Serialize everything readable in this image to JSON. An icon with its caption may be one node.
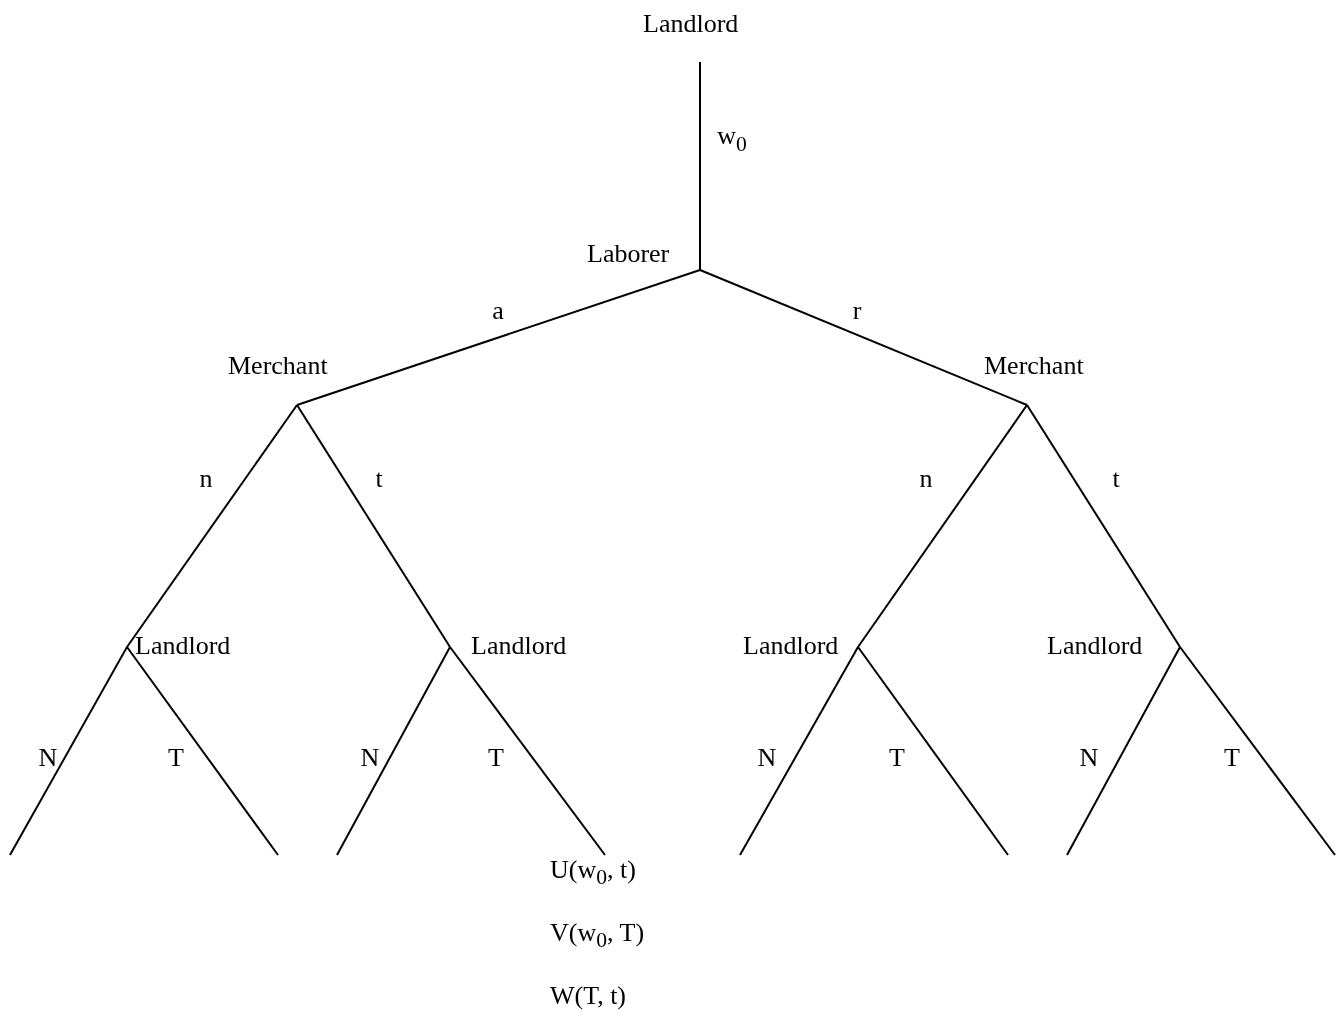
{
  "diagram": {
    "nodes": [
      {
        "text": [
          "Landlord"
        ]
      },
      {
        "text": [
          "Laborer"
        ]
      },
      {
        "text": [
          "Merchant"
        ]
      },
      {
        "text": [
          "Merchant"
        ]
      },
      {
        "text": [
          "Landlord"
        ]
      },
      {
        "text": [
          "Landlord"
        ]
      },
      {
        "text": [
          "Landlord"
        ]
      },
      {
        "text": [
          "Landlord"
        ]
      },
      {
        "text": [
          "U(w$_{0}$, t)",
          "V(w$_{0}$, T)",
          "W(T, t)"
        ]
      }
    ],
    "edges": [
      {
        "from": 0,
        "to": 1,
        "arrow": "none",
        "label": "w$_{0}$"
      },
      {
        "from": 1,
        "to": 2,
        "arrow": "none",
        "label": "a"
      },
      {
        "from": 1,
        "to": 3,
        "arrow": "none",
        "label": "r"
      },
      {
        "from": 2,
        "to": 4,
        "arrow": "none",
        "label": "n"
      },
      {
        "from": 2,
        "to": 5,
        "arrow": "none",
        "label": "t"
      },
      {
        "from": 3,
        "to": 6,
        "arrow": "none",
        "label": "n"
      },
      {
        "from": 3,
        "to": 7,
        "arrow": "none",
        "label": "t"
      },
      {
        "from": 4,
        "to": null,
        "arrow": "none",
        "label": "N"
      },
      {
        "from": 4,
        "to": null,
        "arrow": "none",
        "label": "T"
      },
      {
        "from": 5,
        "to": null,
        "arrow": "none",
        "label": "N"
      },
      {
        "from": 5,
        "to": 8,
        "arrow": "none",
        "label": "T"
      },
      {
        "from": 6,
        "to": null,
        "arrow": "none",
        "label": "N"
      },
      {
        "from": 6,
        "to": null,
        "arrow": "none",
        "label": "T"
      },
      {
        "from": 7,
        "to": null,
        "arrow": "none",
        "label": "N"
      },
      {
        "from": 7,
        "to": null,
        "arrow": "none",
        "label": "T"
      }
    ]
  }
}
